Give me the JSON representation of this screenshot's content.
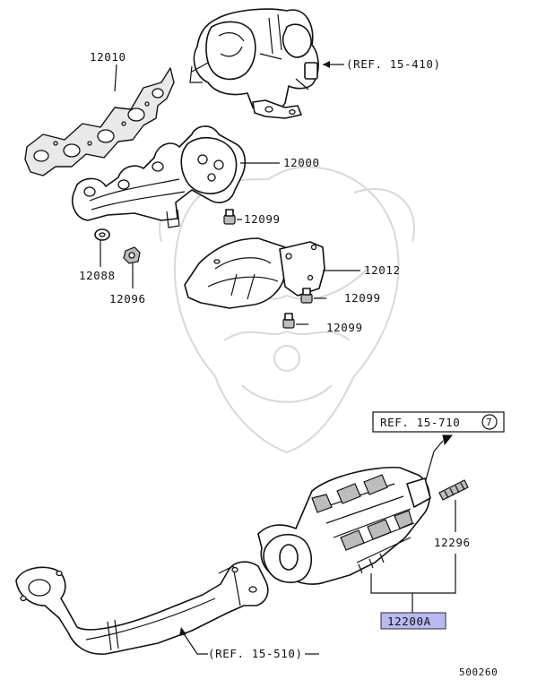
{
  "callouts": {
    "p12010": "12010",
    "p12000": "12000",
    "p12099a": "12099",
    "p12088": "12088",
    "p12096": "12096",
    "p12012": "12012",
    "p12099b": "12099",
    "p12099c": "12099",
    "p12296": "12296",
    "p12200A": "12200A"
  },
  "references": {
    "ref_15_410": "(REF. 15-410)",
    "ref_15_710": "REF. 15-710",
    "ref_15_710_circle": "7",
    "ref_15_510": "(REF. 15-510)"
  },
  "diagram_id": "500260",
  "colors": {
    "highlight": "#b9b9f2",
    "line": "#111111",
    "watermark": "#d8d8d8"
  }
}
